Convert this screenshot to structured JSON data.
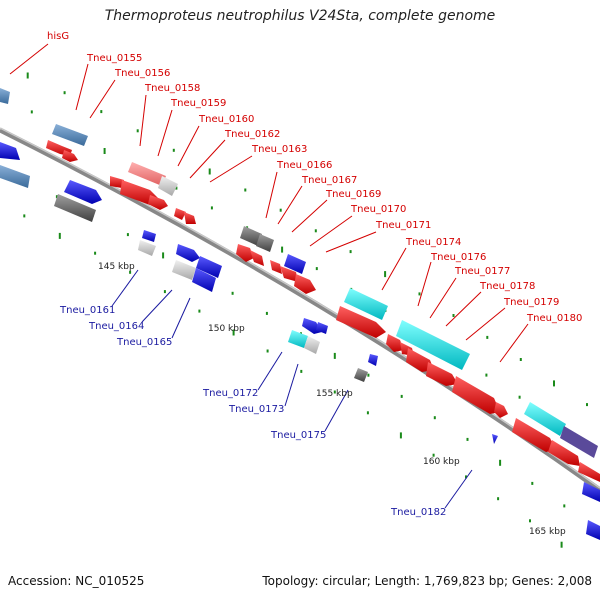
{
  "title": "Thermoproteus neutrophilus V24Sta, complete genome",
  "footer": {
    "accession": "Accession: NC_010525",
    "stats": "Topology: circular; Length: 1,769,823 bp; Genes: 2,008"
  },
  "colors": {
    "forward": "#e00000",
    "reverse": "#1010dd",
    "rna": "#00d0d8",
    "pseudo": "#606060",
    "backbone": "#888888",
    "label_red": "#d40000",
    "label_blue": "#1a1aa0",
    "tick": "#1a8a1a"
  },
  "kbp_labels": [
    "145 kbp",
    "150 kbp",
    "155 kbp",
    "160 kbp",
    "165 kbp"
  ],
  "forward_labels": [
    "hisG",
    "Tneu_0155",
    "Tneu_0156",
    "Tneu_0158",
    "Tneu_0159",
    "Tneu_0160",
    "Tneu_0162",
    "Tneu_0163",
    "Tneu_0166",
    "Tneu_0167",
    "Tneu_0169",
    "Tneu_0170",
    "Tneu_0171",
    "Tneu_0174",
    "Tneu_0176",
    "Tneu_0177",
    "Tneu_0178",
    "Tneu_0179",
    "Tneu_0180"
  ],
  "reverse_labels": [
    "Tneu_0161",
    "Tneu_0164",
    "Tneu_0165",
    "Tneu_0172",
    "Tneu_0173",
    "Tneu_0175",
    "Tneu_0182"
  ]
}
